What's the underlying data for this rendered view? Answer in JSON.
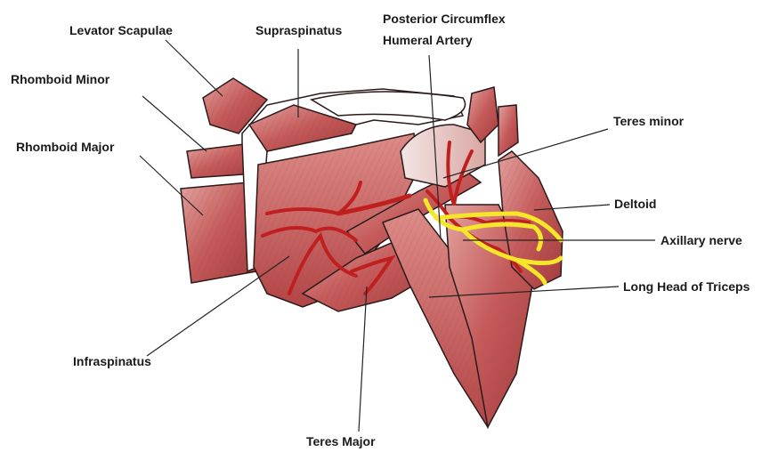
{
  "labels": {
    "levator_scapulae": "Levator Scapulae",
    "supraspinatus": "Supraspinatus",
    "posterior_circumflex_line1": "Posterior Circumflex",
    "posterior_circumflex_line2": "Humeral Artery",
    "rhomboid_minor": "Rhomboid Minor",
    "rhomboid_major": "Rhomboid Major",
    "teres_minor": "Teres minor",
    "deltoid": "Deltoid",
    "axillary_nerve": "Axillary nerve",
    "long_head_triceps": "Long Head of Triceps",
    "infraspinatus": "Infraspinatus",
    "teres_major": "Teres Major"
  },
  "colors": {
    "muscle_fill": "#c45a5a",
    "muscle_light": "#e29a95",
    "muscle_dark": "#a23b3c",
    "bone": "#ffffff",
    "artery": "#c01f1f",
    "nerve": "#f5e62a",
    "outline": "#2a1a1a",
    "leader_line": "#222222"
  }
}
